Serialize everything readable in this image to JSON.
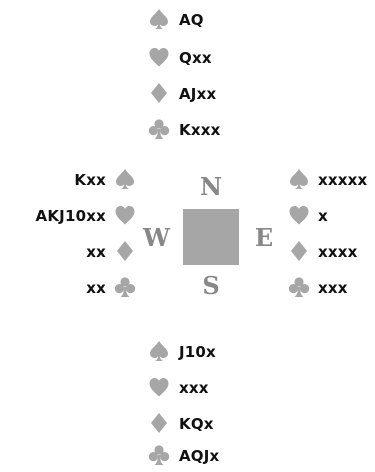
{
  "suit_icons": {
    "spade": "spade-icon",
    "heart": "heart-icon",
    "diamond": "diamond-icon",
    "club": "club-icon",
    "color": "#a6a6a6"
  },
  "compass": {
    "north": "N",
    "south": "S",
    "east": "E",
    "west": "W",
    "table_color": "#a6a6a6",
    "letter_color": "#888888"
  },
  "hands": {
    "north": {
      "spades": "AQ",
      "hearts": "Qxx",
      "diamonds": "AJxx",
      "clubs": "Kxxx"
    },
    "west": {
      "spades": "Kxx",
      "hearts": "AKJ10xx",
      "diamonds": "xx",
      "clubs": "xx"
    },
    "east": {
      "spades": "xxxxx",
      "hearts": "x",
      "diamonds": "xxxx",
      "clubs": "xxx"
    },
    "south": {
      "spades": "J10x",
      "hearts": "xxx",
      "diamonds": "KQx",
      "clubs": "AQJx"
    }
  }
}
